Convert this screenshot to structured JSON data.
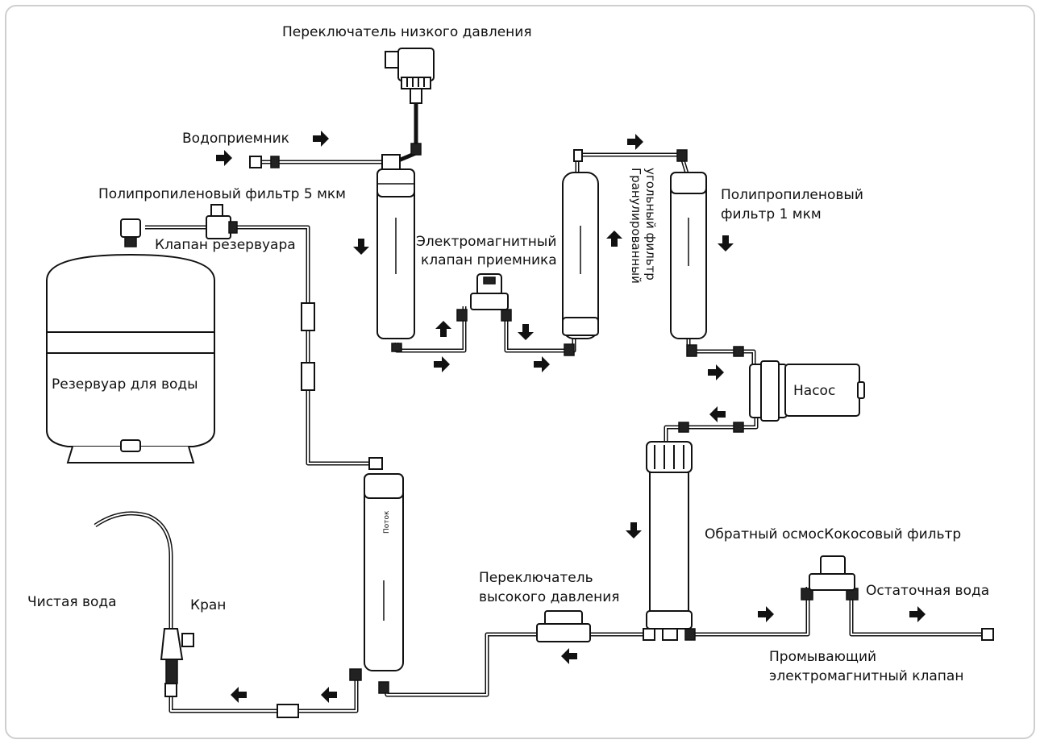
{
  "labels": {
    "low_pressure_switch": "Переключатель низкого давления",
    "water_inlet": "Водоприемник",
    "pp_filter_5": "Полипропиленовый фильтр 5 мкм",
    "tank_valve": "Клапан резервуара",
    "inlet_solenoid_line1": "Электромагнитный",
    "inlet_solenoid_line2": "клапан приемника",
    "granular_carbon_line1": "Гранулированный",
    "granular_carbon_line2": "угольный фильтр",
    "pp_filter_1_line1": "Полипропиленовый",
    "pp_filter_1_line2": "фильтр 1 мкм",
    "water_tank": "Резервуар для воды",
    "pump": "Насос",
    "ro_coconut": "Обратный осмосКокосовый фильтр",
    "flow": "Поток",
    "high_pressure_line1": "Переключатель",
    "high_pressure_line2": "высокого давления",
    "waste_water": "Остаточная вода",
    "clean_water": "Чистая вода",
    "faucet": "Кран",
    "flush_solenoid_line1": "Промывающий",
    "flush_solenoid_line2": "электромагнитный клапан"
  },
  "colors": {
    "line": "#111111",
    "frame": "#cfcfcf",
    "background": "#ffffff"
  }
}
